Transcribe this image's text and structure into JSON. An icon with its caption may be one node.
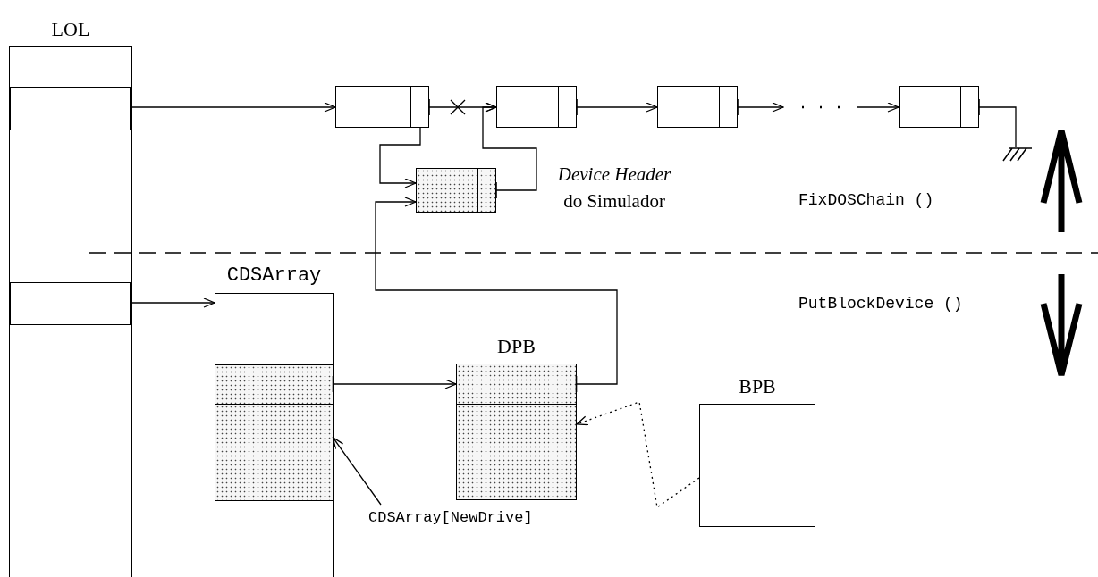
{
  "diagram": {
    "nodes": [
      {
        "text": [
          "LOL"
        ]
      },
      {
        "text": [],
        "shape": "box",
        "in": 0
      },
      {
        "text": [],
        "shape": "box"
      },
      {
        "text": [],
        "shape": "box"
      },
      {
        "text": [],
        "shape": "box"
      },
      {
        "text": [],
        "shape": "box"
      },
      {
        "text": [],
        "shape": "ground"
      },
      {
        "text": [],
        "shape": "box",
        "beside": [
          "*Device Header* do Simulador"
        ]
      },
      {
        "text": [],
        "shape": "box",
        "in": 0
      },
      {
        "text": [
          "CDSArray"
        ]
      },
      {
        "text": [],
        "shape": "box",
        "in": 9
      },
      {
        "text": [],
        "shape": "box",
        "in": 9
      },
      {
        "text": [
          "DPB"
        ]
      },
      {
        "text": [],
        "shape": "box",
        "in": 12
      },
      {
        "text": [
          "BPB"
        ]
      },
      {
        "text": [
          "CDSArray[NewDrive]"
        ]
      }
    ],
    "edges": [
      {
        "from": 1,
        "to": 2,
        "arrow": "to"
      },
      {
        "from": 2,
        "to": 3,
        "arrow": "to"
      },
      {
        "from": 2,
        "to": 7,
        "arrow": "to"
      },
      {
        "from": 7,
        "to": 3,
        "arrow": "to"
      },
      {
        "from": 3,
        "to": 4,
        "arrow": "to"
      },
      {
        "from": 4,
        "to": null,
        "arrow": "to"
      },
      {
        "from": null,
        "to": 5,
        "arrow": "to"
      },
      {
        "from": 5,
        "to": 6,
        "arrow": "other"
      },
      {
        "from": 8,
        "to": 9,
        "arrow": "to"
      },
      {
        "from": 10,
        "to": 12,
        "arrow": "to"
      },
      {
        "from": 13,
        "to": 7,
        "arrow": "to"
      },
      {
        "from": 14,
        "to": 12,
        "arrow": "to",
        "style": "dashed"
      },
      {
        "from": 15,
        "to": 11,
        "arrow": "to"
      }
    ],
    "labels": [
      "FixDOSChain ()",
      "PutBlockDevice ()"
    ]
  }
}
